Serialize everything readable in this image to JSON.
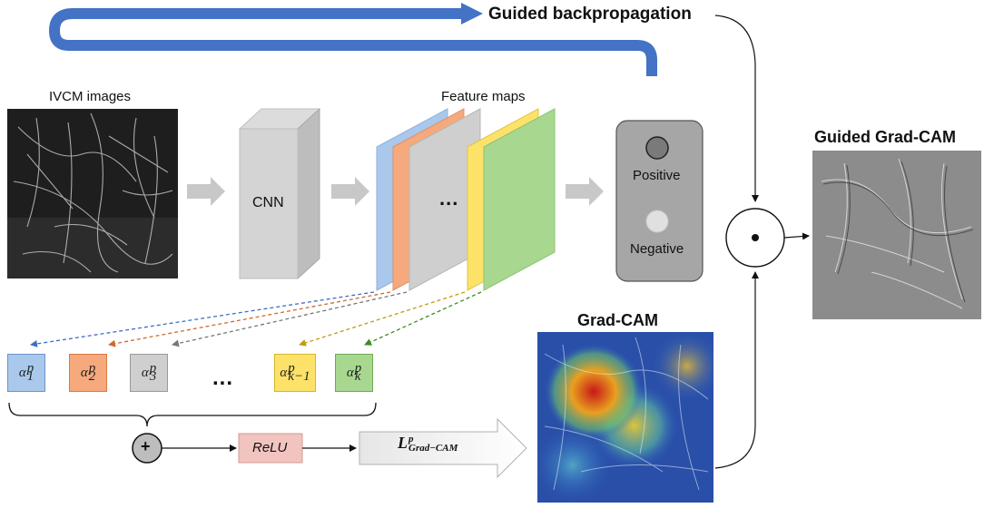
{
  "labels": {
    "guided_backprop": "Guided backpropagation",
    "ivcm_images": "IVCM images",
    "cnn": "CNN",
    "feature_maps": "Feature maps",
    "ellipsis": "...",
    "positive": "Positive",
    "negative": "Negative",
    "guided_gradcam": "Guided Grad-CAM",
    "gradcam": "Grad-CAM",
    "relu": "ReLU",
    "plus": "+",
    "dot": "•"
  },
  "loss": {
    "base": "L",
    "sup": "p",
    "sub": "Grad−CAM"
  },
  "weights": [
    {
      "base": "α",
      "sup": "p",
      "sub": "1",
      "fill": "#a9c8ec",
      "stroke": "#6b96c8"
    },
    {
      "base": "α",
      "sup": "p",
      "sub": "2",
      "fill": "#f5a97c",
      "stroke": "#d87a45"
    },
    {
      "base": "α",
      "sup": "p",
      "sub": "3",
      "fill": "#cfcfcf",
      "stroke": "#9a9a9a"
    },
    {
      "base": "α",
      "sup": "p",
      "sub": "k−1",
      "fill": "#fde26a",
      "stroke": "#d6b52c"
    },
    {
      "base": "α",
      "sup": "p",
      "sub": "k",
      "fill": "#a8d890",
      "stroke": "#6faa55"
    }
  ],
  "colors": {
    "arrow_blue": "#4472c4",
    "feature_blue": "#a9c8ec",
    "feature_orange": "#f5a97c",
    "feature_gray": "#cfcfcf",
    "feature_yellow": "#fde26a",
    "feature_green": "#a8d890",
    "relu_fill": "#f2c4c0",
    "output_box": "#a6a6a6"
  }
}
